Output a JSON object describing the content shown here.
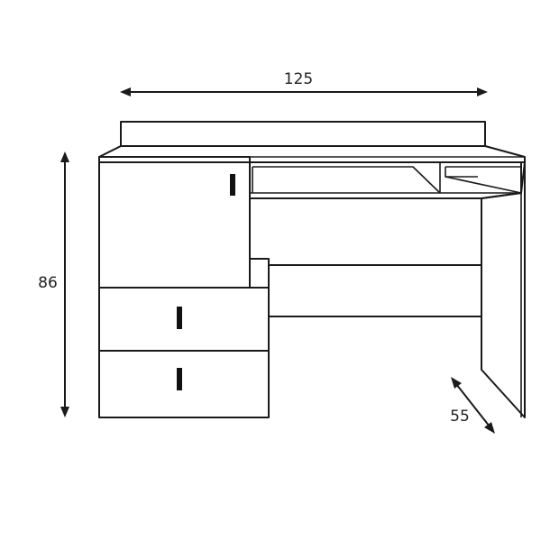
{
  "dimensions": {
    "width": "125",
    "height": "86",
    "depth": "55"
  },
  "colors": {
    "line": "#1a1a1a",
    "handle": "#111111",
    "background": "#ffffff"
  }
}
